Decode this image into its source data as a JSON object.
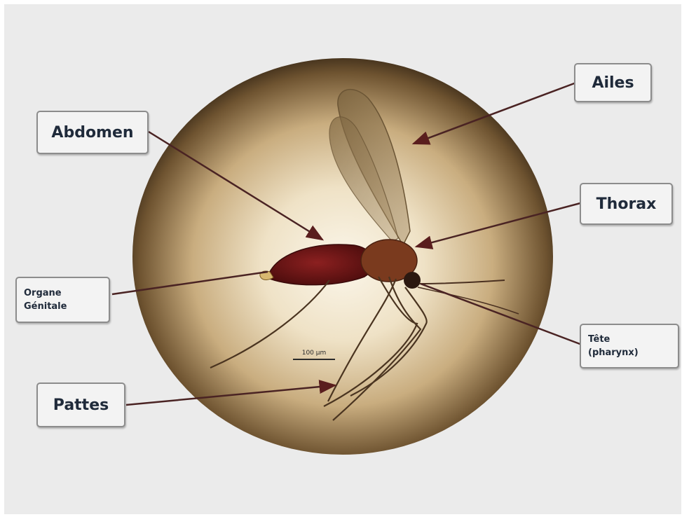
{
  "labels": {
    "ailes": "Ailes",
    "abdomen": "Abdomen",
    "thorax": "Thorax",
    "organe": "Organe\nGénitale",
    "tete": "Tête\n(pharynx)",
    "pattes": "Pattes"
  },
  "scale_bar": "100 µm",
  "colors": {
    "panel_background": "#ebebeb",
    "arrow": "#4a2323",
    "box_border": "#8c8c8c",
    "label_text": "#1f2a3a"
  }
}
